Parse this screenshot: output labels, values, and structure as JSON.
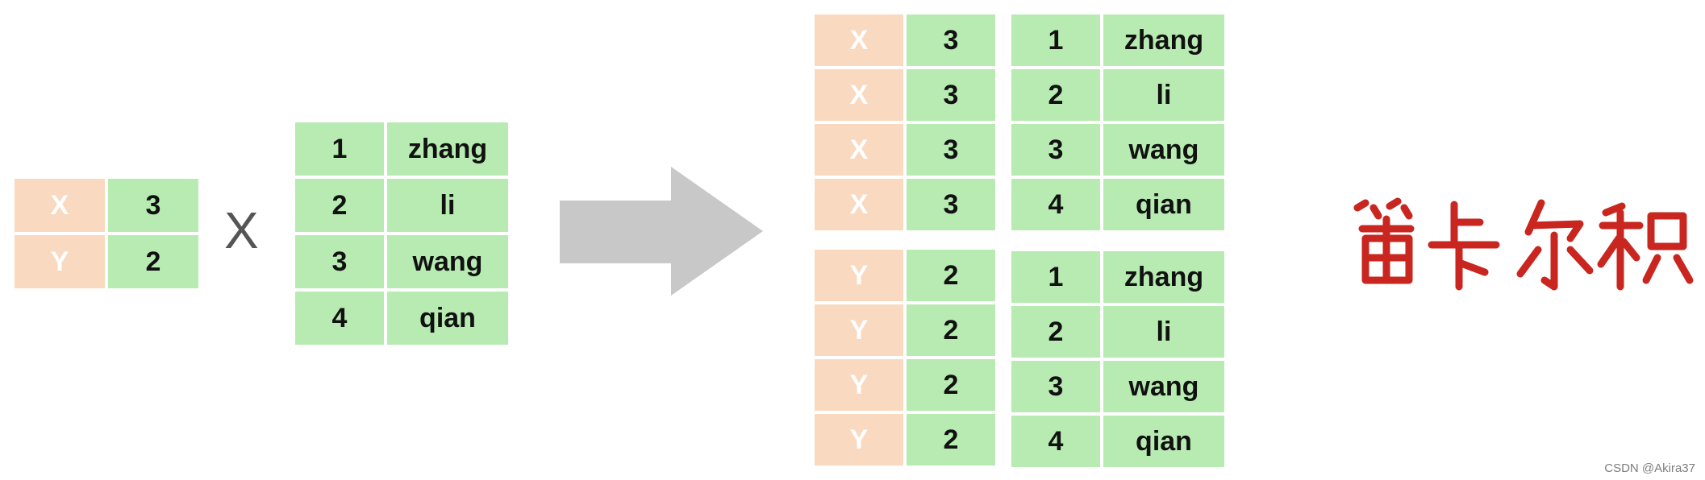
{
  "left_table": [
    [
      "X",
      "3"
    ],
    [
      "Y",
      "2"
    ]
  ],
  "operator": "X",
  "right_table": [
    [
      "1",
      "zhang"
    ],
    [
      "2",
      "li"
    ],
    [
      "3",
      "wang"
    ],
    [
      "4",
      "qian"
    ]
  ],
  "result": {
    "x_block": [
      [
        "X",
        "3"
      ],
      [
        "X",
        "3"
      ],
      [
        "X",
        "3"
      ],
      [
        "X",
        "3"
      ]
    ],
    "x_block_right": [
      [
        "1",
        "zhang"
      ],
      [
        "2",
        "li"
      ],
      [
        "3",
        "wang"
      ],
      [
        "4",
        "qian"
      ]
    ],
    "y_block": [
      [
        "Y",
        "2"
      ],
      [
        "Y",
        "2"
      ],
      [
        "Y",
        "2"
      ],
      [
        "Y",
        "2"
      ]
    ],
    "y_block_right": [
      [
        "1",
        "zhang"
      ],
      [
        "2",
        "li"
      ],
      [
        "3",
        "wang"
      ],
      [
        "4",
        "qian"
      ]
    ]
  },
  "title": "笛卡尔积",
  "watermark": "CSDN @Akira37",
  "colors": {
    "key_cell": "#f9d9bf",
    "value_cell": "#b7ebb1",
    "arrow": "#c8c8c8",
    "title": "#c8261f"
  }
}
